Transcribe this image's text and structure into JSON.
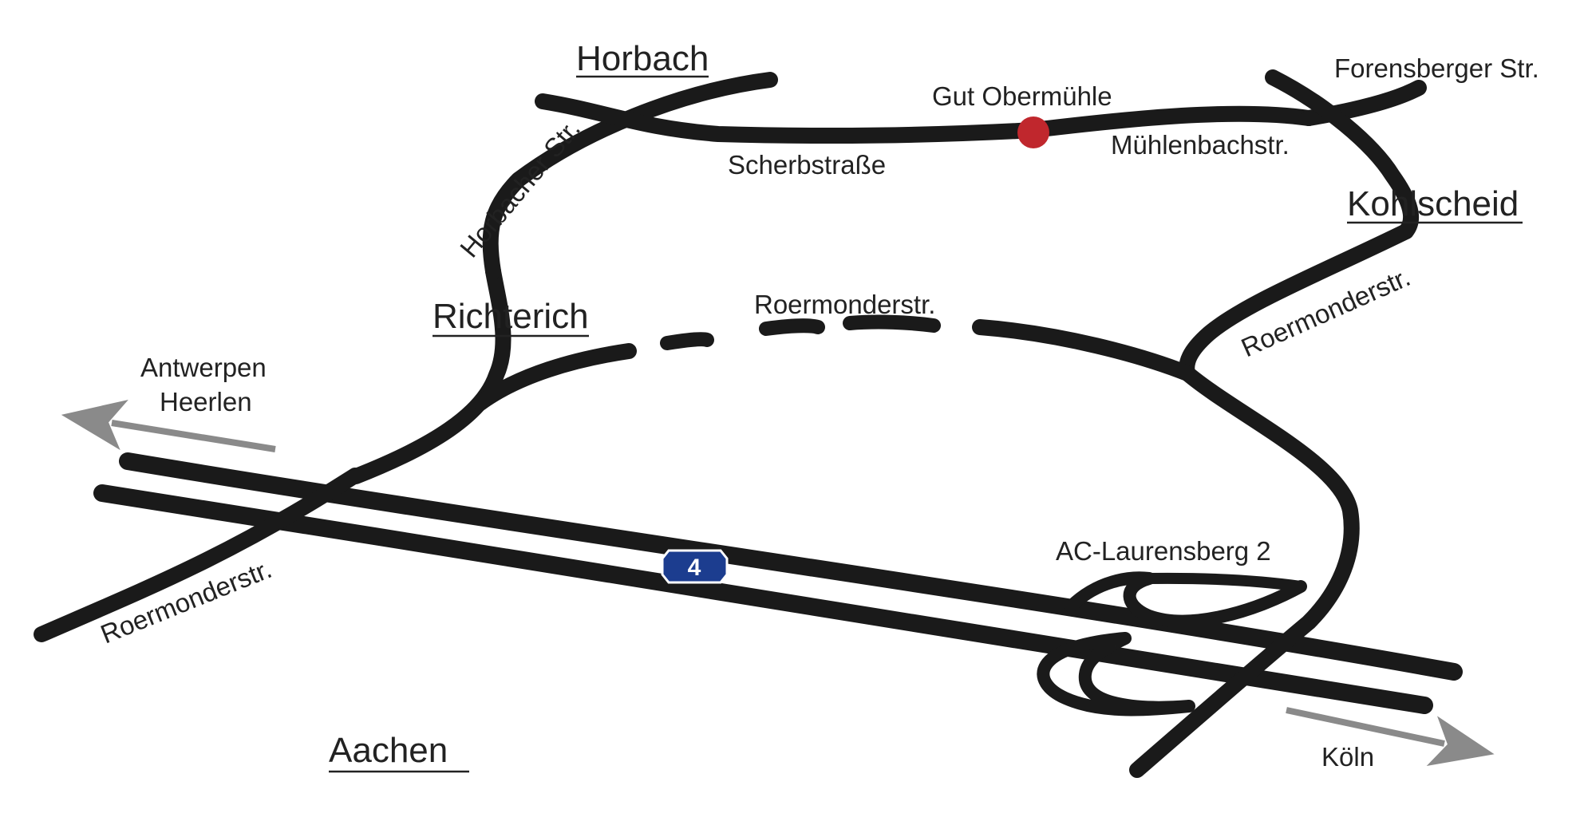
{
  "map": {
    "places": {
      "horbach": "Horbach",
      "kohlscheid": "Kohlscheid",
      "richterich": "Richterich",
      "aachen": "Aachen"
    },
    "streets": {
      "horbacher_str": "Horbacher Str.",
      "scherbstrasse": "Scherbstraße",
      "muehlenbachstr": "Mühlenbachstr.",
      "forensberger_str": "Forensberger Str.",
      "roermonderstr_center": "Roermonderstr.",
      "roermonderstr_right": "Roermonderstr.",
      "roermonderstr_left": "Roermonderstr."
    },
    "destinations": {
      "antwerpen": "Antwerpen",
      "heerlen": "Heerlen",
      "koeln": "Köln"
    },
    "poi": {
      "name": "Gut Obermühle",
      "color": "#c0272d"
    },
    "interchange": "AC-Laurensberg 2",
    "motorway": {
      "number": "4",
      "shield_color": "#1c3d8f"
    },
    "colors": {
      "road": "#1a1a1a",
      "arrow": "#8a8a8a"
    }
  }
}
